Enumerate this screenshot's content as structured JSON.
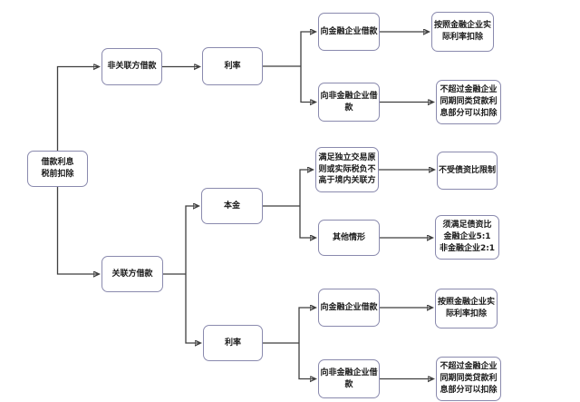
{
  "diagram": {
    "type": "flowchart",
    "language": "zh-CN",
    "topic": "借款利息税前扣除",
    "colors": {
      "background": "#ffffff",
      "node_fill": "#ffffff",
      "node_border": "#8a8aae",
      "connector": "#3f3f3f",
      "text": "#1a1a1a"
    }
  },
  "nodes": {
    "root": {
      "text": "借款利息\n税前扣除"
    },
    "non_related": {
      "text": "非关联方借款"
    },
    "rate_top": {
      "text": "利率"
    },
    "fin_top": {
      "text": "向金融企业借款"
    },
    "fin_top_result": {
      "text": "按照金融企业实\n际利率扣除"
    },
    "nonfin_top": {
      "text": "向非金融企业借\n款"
    },
    "nonfin_top_result": {
      "text": "不超过金融企业\n同期同类贷款利\n息部分可以扣除"
    },
    "related": {
      "text": "关联方借款"
    },
    "principal": {
      "text": "本金"
    },
    "independent": {
      "text": "满足独立交易原\n则或实际税负不\n高于境内关联方"
    },
    "no_limit": {
      "text": "不受债资比限制"
    },
    "other": {
      "text": "其他情形"
    },
    "ratio": {
      "text": "须满足债资比\n金融企业5:1\n非金融企业2:1"
    },
    "rate_bottom": {
      "text": "利率"
    },
    "fin_bottom": {
      "text": "向金融企业借款"
    },
    "fin_bottom_result": {
      "text": "按照金融企业实\n际利率扣除"
    },
    "nonfin_bottom": {
      "text": "向非金融企业借\n款"
    },
    "nonfin_bottom_result": {
      "text": "不超过金融企业\n同期同类贷款利\n息部分可以扣除"
    }
  },
  "edges": [
    {
      "from": "root",
      "to": "non_related"
    },
    {
      "from": "root",
      "to": "related"
    },
    {
      "from": "non_related",
      "to": "rate_top"
    },
    {
      "from": "rate_top",
      "to": "fin_top"
    },
    {
      "from": "rate_top",
      "to": "nonfin_top"
    },
    {
      "from": "fin_top",
      "to": "fin_top_result"
    },
    {
      "from": "nonfin_top",
      "to": "nonfin_top_result"
    },
    {
      "from": "related",
      "to": "principal"
    },
    {
      "from": "related",
      "to": "rate_bottom"
    },
    {
      "from": "principal",
      "to": "independent"
    },
    {
      "from": "principal",
      "to": "other"
    },
    {
      "from": "independent",
      "to": "no_limit"
    },
    {
      "from": "other",
      "to": "ratio"
    },
    {
      "from": "rate_bottom",
      "to": "fin_bottom"
    },
    {
      "from": "rate_bottom",
      "to": "nonfin_bottom"
    },
    {
      "from": "fin_bottom",
      "to": "fin_bottom_result"
    },
    {
      "from": "nonfin_bottom",
      "to": "nonfin_bottom_result"
    }
  ]
}
